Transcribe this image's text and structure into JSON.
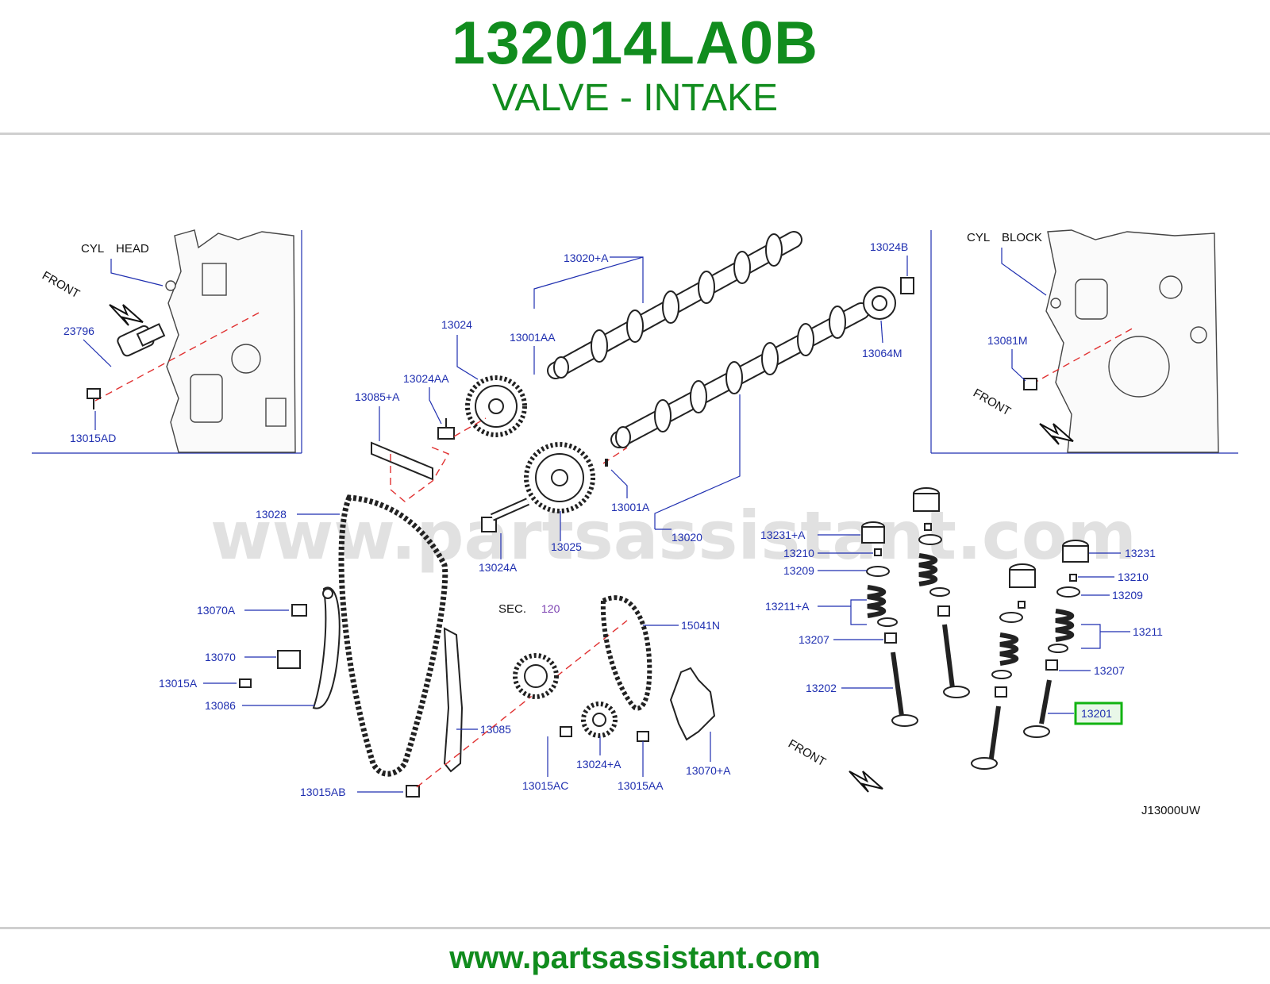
{
  "header": {
    "part_number": "132014LA0B",
    "part_name": "VALVE - INTAKE"
  },
  "diagram": {
    "watermark": "www.partsassistant.com",
    "reference_code": "J13000UW",
    "highlight_color": "#12b312",
    "inset_left": {
      "title_a": "CYL",
      "title_b": "HEAD",
      "front_label": "FRONT"
    },
    "inset_right": {
      "title_a": "CYL",
      "title_b": "BLOCK",
      "front_label": "FRONT"
    },
    "front_label": "FRONT",
    "section_ref": {
      "prefix": "SEC.",
      "number": "120"
    },
    "labels": {
      "p23796": "23796",
      "p13015AD": "13015AD",
      "p13081M": "13081M",
      "p13024B": "13024B",
      "p13064M": "13064M",
      "p13020A": "13020+A",
      "p13024": "13024",
      "p13001AA": "13001AA",
      "p13024AA": "13024AA",
      "p13085A": "13085+A",
      "p13001A": "13001A",
      "p13020": "13020",
      "p13025": "13025",
      "p13024A": "13024A",
      "p13028": "13028",
      "p13070A": "13070A",
      "p13070": "13070",
      "p13015A": "13015A",
      "p13086": "13086",
      "p13085": "13085",
      "p13015AB": "13015AB",
      "p15041N": "15041N",
      "p13024pA": "13024+A",
      "p13015AC": "13015AC",
      "p13015AA": "13015AA",
      "p13070pA": "13070+A",
      "p13231pA": "13231+A",
      "p13210L": "13210",
      "p13209L": "13209",
      "p13211pA": "13211+A",
      "p13207L": "13207",
      "p13202": "13202",
      "p13231": "13231",
      "p13210R": "13210",
      "p13209R": "13209",
      "p13211": "13211",
      "p13207R": "13207",
      "p13201": "13201"
    }
  },
  "footer": {
    "url": "www.partsassistant.com"
  }
}
